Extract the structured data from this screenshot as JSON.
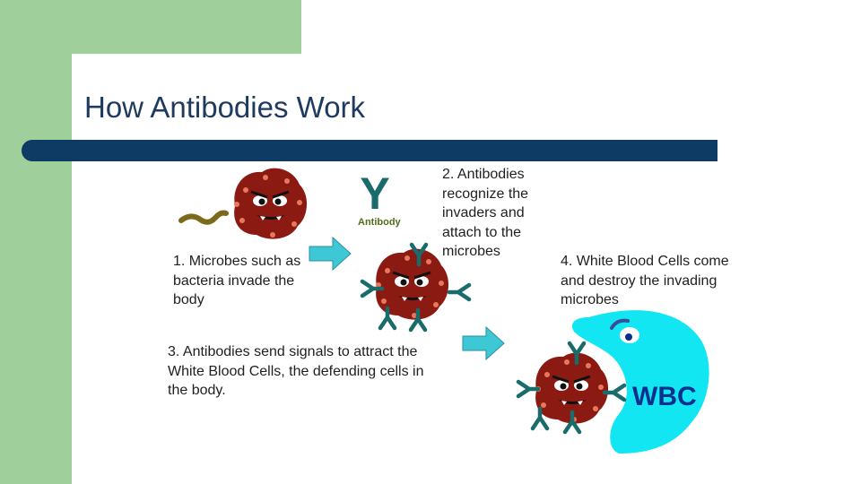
{
  "slide": {
    "title": "How Antibodies Work",
    "captions": {
      "step1": "1. Microbes such as bacteria invade the body",
      "step2": "2. Antibodies recognize the invaders and attach to the microbes",
      "step3": "3. Antibodies send signals to attract the White Blood Cells, the defending cells in the body.",
      "step4": "4. White Blood Cells come and destroy the invading microbes"
    },
    "illustration": {
      "antibody_label": "Antibody",
      "antibody_symbol": "Y",
      "wbc_label": "WBC"
    }
  },
  "colors": {
    "side_green": "#9fcf9a",
    "title_navy": "#1e3a5f",
    "rule_navy": "#0e3b63",
    "microbe_red": "#8b1a12",
    "antibody_teal": "#1a6b6b",
    "arrow_cyan": "#3ec8d6",
    "wbc_cyan": "#12e6f2"
  }
}
